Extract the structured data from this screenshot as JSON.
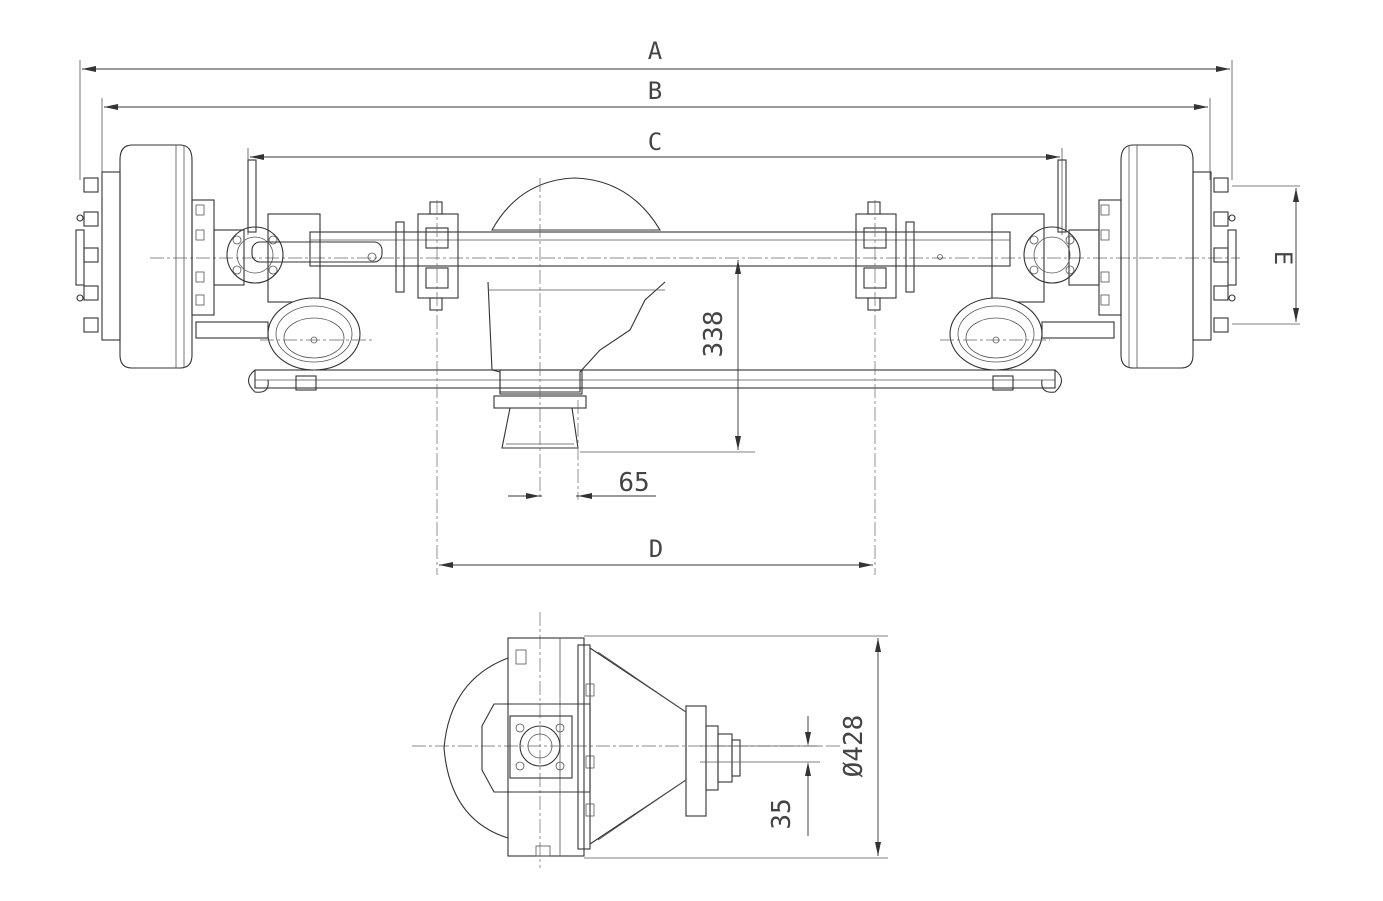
{
  "labels": {
    "dim_a": "A",
    "dim_b": "B",
    "dim_c": "C",
    "dim_d": "D",
    "dim_e": "E",
    "dim_338": "338",
    "dim_65": "65",
    "dim_dia428": "Ø428",
    "dim_35": "35"
  },
  "colors": {
    "line": "#333333",
    "background": "#ffffff"
  }
}
